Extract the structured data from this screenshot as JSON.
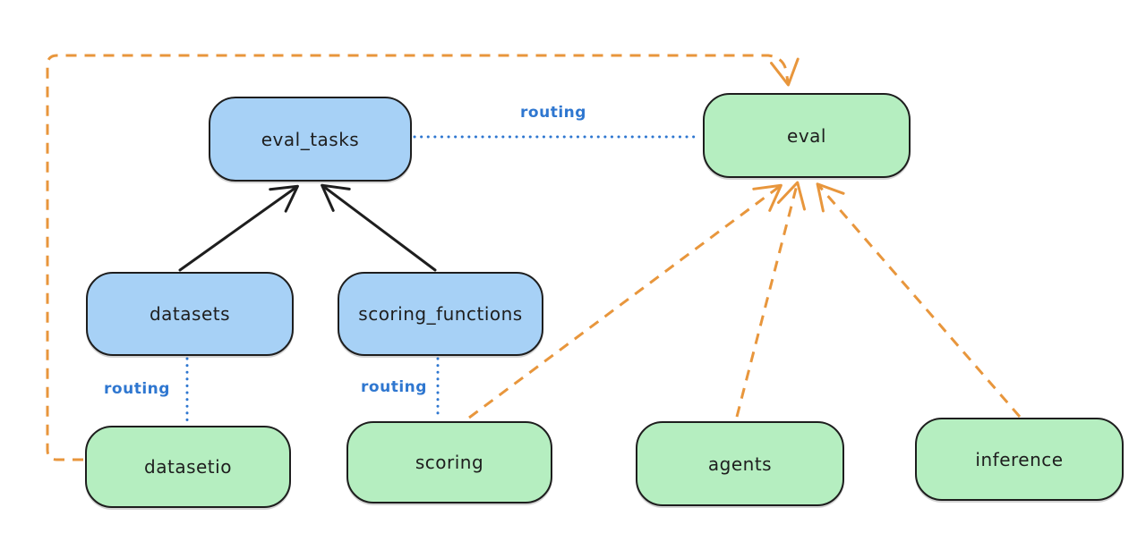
{
  "diagram": {
    "colors": {
      "page_bg": "#ffffff",
      "blue_fill": "#a7d1f6",
      "green_fill": "#b5eec0",
      "stroke_dark": "#1e1e1e",
      "orange": "#e8963c",
      "routing_blue": "#2f77d0"
    },
    "nodes": {
      "eval_tasks": {
        "label": "eval_tasks",
        "color": "blue"
      },
      "eval": {
        "label": "eval",
        "color": "green"
      },
      "datasets": {
        "label": "datasets",
        "color": "blue"
      },
      "scoring_functions": {
        "label": "scoring_functions",
        "color": "blue"
      },
      "datasetio": {
        "label": "datasetio",
        "color": "green"
      },
      "scoring": {
        "label": "scoring",
        "color": "green"
      },
      "agents": {
        "label": "agents",
        "color": "green"
      },
      "inference": {
        "label": "inference",
        "color": "green"
      }
    },
    "edges": [
      {
        "from": "datasets",
        "to": "eval_tasks",
        "style": "solid",
        "color": "black",
        "arrow": true
      },
      {
        "from": "scoring_functions",
        "to": "eval_tasks",
        "style": "solid",
        "color": "black",
        "arrow": true
      },
      {
        "from": "eval_tasks",
        "to": "eval",
        "style": "dotted",
        "color": "blue",
        "arrow": false,
        "label": "routing"
      },
      {
        "from": "datasets",
        "to": "datasetio",
        "style": "dotted",
        "color": "blue",
        "arrow": false,
        "label": "routing"
      },
      {
        "from": "scoring_functions",
        "to": "scoring",
        "style": "dotted",
        "color": "blue",
        "arrow": false,
        "label": "routing"
      },
      {
        "from": "datasetio",
        "to": "eval",
        "style": "dashed",
        "color": "orange",
        "arrow": true
      },
      {
        "from": "scoring",
        "to": "eval",
        "style": "dashed",
        "color": "orange",
        "arrow": true
      },
      {
        "from": "agents",
        "to": "eval",
        "style": "dashed",
        "color": "orange",
        "arrow": true
      },
      {
        "from": "inference",
        "to": "eval",
        "style": "dashed",
        "color": "orange",
        "arrow": true
      }
    ]
  }
}
